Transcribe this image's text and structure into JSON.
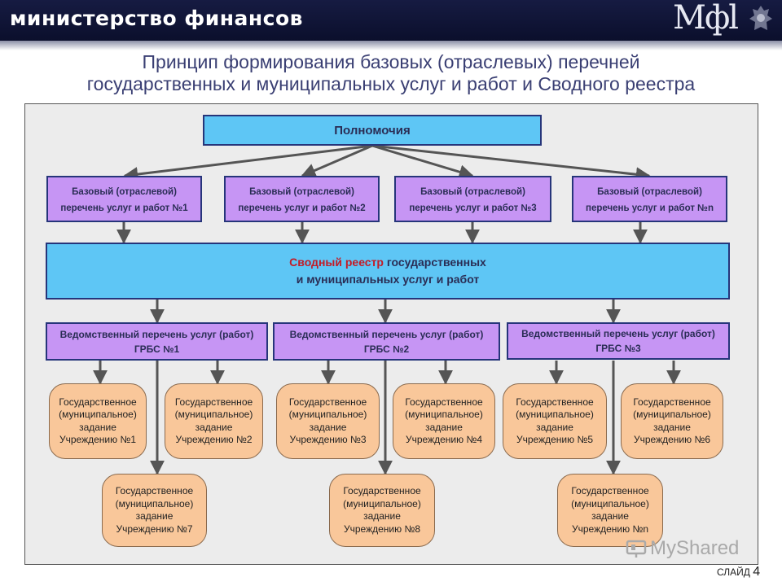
{
  "header": {
    "ministry": "министерство финансов",
    "logo": "Mфl"
  },
  "slide": {
    "title_line1": "Принцип формирования базовых (отраслевых) перечней",
    "title_line2": "государственных и муниципальных услуг и работ и Сводного реестра",
    "slide_label": "СЛАЙД",
    "slide_number": "4"
  },
  "diagram": {
    "top": "Полномочия",
    "base_lists": [
      {
        "line1": "Базовый (отраслевой)",
        "line2": "перечень услуг и работ №1"
      },
      {
        "line1": "Базовый (отраслевой)",
        "line2": "перечень услуг и работ №2"
      },
      {
        "line1": "Базовый (отраслевой)",
        "line2": "перечень услуг и работ №3"
      },
      {
        "line1": "Базовый (отраслевой)",
        "line2": "перечень услуг и работ №n"
      }
    ],
    "registry": {
      "highlight": "Сводный реестр",
      "line1_rest": " государственных",
      "line2": "и муниципальных услуг и работ"
    },
    "dept_lists": [
      {
        "line1": "Ведомственный перечень услуг (работ)",
        "line2": "ГРБС №1"
      },
      {
        "line1": "Ведомственный перечень услуг (работ)",
        "line2": "ГРБС №2"
      },
      {
        "line1": "Ведомственный перечень услуг (работ)",
        "line2": "ГРБС №3"
      }
    ],
    "task_line1": "Государственное",
    "task_line2": "(муниципальное)",
    "task_line3": "задание",
    "tasks": [
      "Учреждению №1",
      "Учреждению №2",
      "Учреждению №3",
      "Учреждению №4",
      "Учреждению №5",
      "Учреждению №6",
      "Учреждению №7",
      "Учреждению №8",
      "Учреждению №n"
    ]
  },
  "watermark": "MyShared",
  "colors": {
    "header": "#0b0f2c",
    "blue_box": "#5ec6f5",
    "purple_box": "#c695f4",
    "task_box": "#f9c79a",
    "arrow": "#555555",
    "highlight": "#c31b26"
  }
}
